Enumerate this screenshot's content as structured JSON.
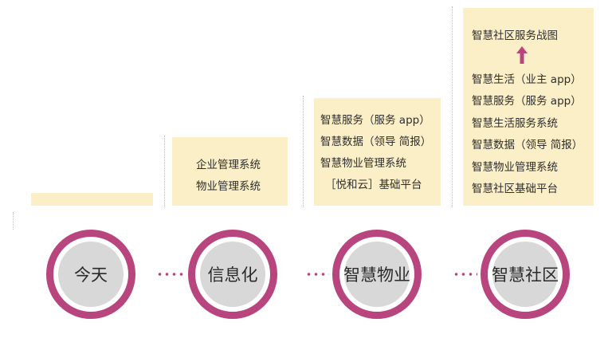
{
  "stages": [
    {
      "label": "今天",
      "details": []
    },
    {
      "label": "信息化",
      "details": [
        "企业管理系统",
        "物业管理系统"
      ]
    },
    {
      "label": "智慧物业",
      "details": [
        "智慧服务（服务 app）",
        "智慧数据（领导 简报）",
        "智慧物业管理系统",
        "［悦和云］基础平台"
      ]
    },
    {
      "label": "智慧社区",
      "details": [
        "智慧生活（业主 app）",
        "智慧服务（服务 app）",
        "智慧生活服务系统",
        "智慧数据（领导 简报）",
        "智慧物业管理系统",
        "智慧社区基础平台"
      ]
    }
  ],
  "top_goal": "智慧社区服务战图",
  "icons": {
    "goal_arrow": "arrow-up-icon"
  },
  "colors": {
    "accent": "#b8457e",
    "panel": "#fbefc8",
    "circle_fill": "#d8d8d8",
    "guide": "#b9b9b9"
  }
}
